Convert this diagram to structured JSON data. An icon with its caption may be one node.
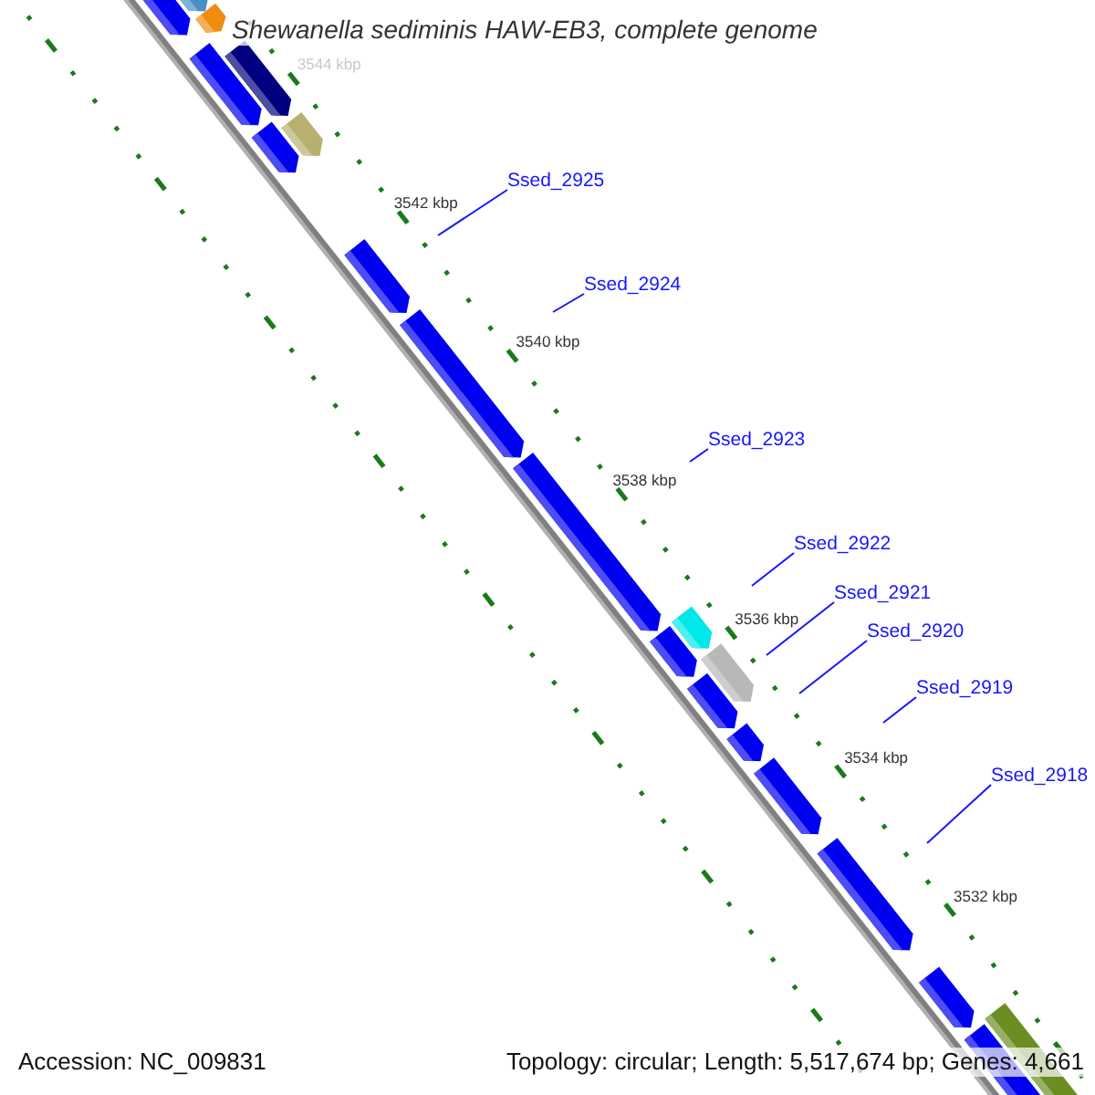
{
  "diagram": {
    "title": "Shewanella sediminis HAW-EB3, complete genome",
    "nodes": [
      {
        "text": [
          "Ssed_2925"
        ]
      },
      {
        "text": [
          "Ssed_2924"
        ]
      },
      {
        "text": [
          "Ssed_2923"
        ]
      },
      {
        "text": [
          "Ssed_2922"
        ]
      },
      {
        "text": [
          "Ssed_2921"
        ]
      },
      {
        "text": [
          "Ssed_2920"
        ]
      },
      {
        "text": [
          "Ssed_2919"
        ]
      },
      {
        "text": [
          "Ssed_2918"
        ]
      }
    ],
    "edges": [
      {
        "from": 0,
        "to": null,
        "arrow": "none"
      },
      {
        "from": 1,
        "to": null,
        "arrow": "none"
      },
      {
        "from": 2,
        "to": null,
        "arrow": "none"
      },
      {
        "from": 3,
        "to": null,
        "arrow": "none"
      },
      {
        "from": 4,
        "to": null,
        "arrow": "none"
      },
      {
        "from": 5,
        "to": null,
        "arrow": "none"
      },
      {
        "from": 6,
        "to": null,
        "arrow": "none"
      },
      {
        "from": 7,
        "to": null,
        "arrow": "none"
      }
    ],
    "labels": [
      "3544 kbp",
      "3542 kbp",
      "3540 kbp",
      "3538 kbp",
      "3536 kbp",
      "3534 kbp",
      "3532 kbp",
      "Accession: NC_009831",
      "Topology: circular; Length: 5,517,674 bp; Genes: 4,661"
    ]
  }
}
